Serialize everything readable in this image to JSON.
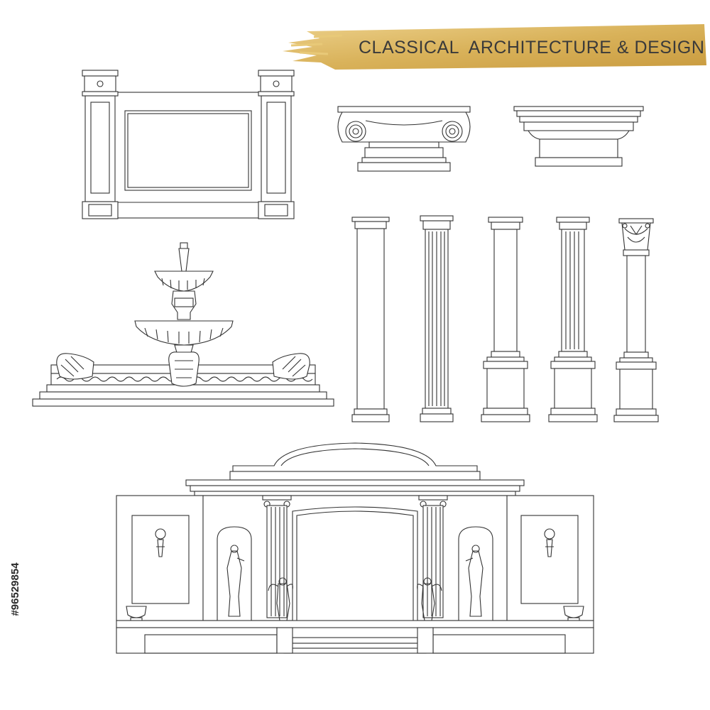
{
  "title": "CLASSICAL  ARCHITECTURE & DESIGN",
  "stock_id": "#96529854",
  "colors": {
    "banner_gold": "#d9b25a",
    "banner_gold_light": "#ecd08a",
    "line": "#333333",
    "background": "#ffffff"
  },
  "drawings": [
    "wall-panel-elevation",
    "ionic-capital",
    "entablature-cornice",
    "fountain",
    "column-plain",
    "column-fluted-doric",
    "column-on-pedestal",
    "column-fluted-on-pedestal",
    "column-corinthian-on-pedestal",
    "gazebo-facade"
  ]
}
